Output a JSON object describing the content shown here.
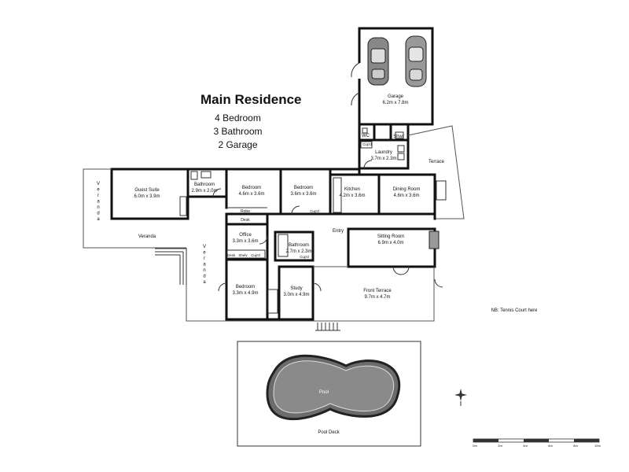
{
  "title": "Main Residence",
  "summary": [
    "4 Bedroom",
    "3 Bathroom",
    "2 Garage"
  ],
  "note": "NB: Tennis Court here",
  "rooms": [
    {
      "key": "garage",
      "name": "Garage",
      "dims": "6.2m x 7.8m"
    },
    {
      "key": "wc",
      "name": "WC",
      "dims": ""
    },
    {
      "key": "shwr",
      "name": "Shwr",
      "dims": ""
    },
    {
      "key": "laundry",
      "name": "Laundry",
      "dims": "3.7m x 2.3m"
    },
    {
      "key": "guest",
      "name": "Guest Suite",
      "dims": "6.0m x 3.9m"
    },
    {
      "key": "bath1",
      "name": "Bathroom",
      "dims": "2.9m x 2.0m"
    },
    {
      "key": "bed1",
      "name": "Bedroom",
      "dims": "4.6m x 3.6m"
    },
    {
      "key": "bed2",
      "name": "Bedroom",
      "dims": "3.6m x 3.6m"
    },
    {
      "key": "kitchen",
      "name": "Kitchen",
      "dims": "4.2m x 3.6m"
    },
    {
      "key": "dining",
      "name": "Dining Room",
      "dims": "4.6m x 3.6m"
    },
    {
      "key": "office",
      "name": "Office",
      "dims": "3.3m x 3.6m"
    },
    {
      "key": "bath2",
      "name": "Bathroom",
      "dims": "2.7m x 2.3m"
    },
    {
      "key": "sitting",
      "name": "Sitting Room",
      "dims": "6.9m x 4.0m"
    },
    {
      "key": "bed3",
      "name": "Bedroom",
      "dims": "3.3m x 4.9m"
    },
    {
      "key": "study",
      "name": "Study",
      "dims": "3.0m x 4.9m"
    },
    {
      "key": "terrace",
      "name": "Front Terrace",
      "dims": "9.7m x 4.7m"
    }
  ],
  "areas": {
    "terrace_side": "Terrace",
    "veranda_west": "Veranda",
    "veranda_mid": "Veranda",
    "veranda_south": "Veranda",
    "entry": "Entry",
    "pool": "Pool",
    "pool_deck": "Pool Deck"
  },
  "fixtures": {
    "robe": "Robe",
    "desk1": "Desk",
    "desk2": "Desk",
    "shelv": "Shelv",
    "cupbd1": "Cup'd",
    "cupbd2": "Cup'd",
    "cupbd3": "Cup'd",
    "cupbd4": "Cup'd"
  },
  "scale": {
    "ticks": [
      "0m",
      "2m",
      "4m",
      "6m",
      "8m",
      "10m"
    ]
  }
}
